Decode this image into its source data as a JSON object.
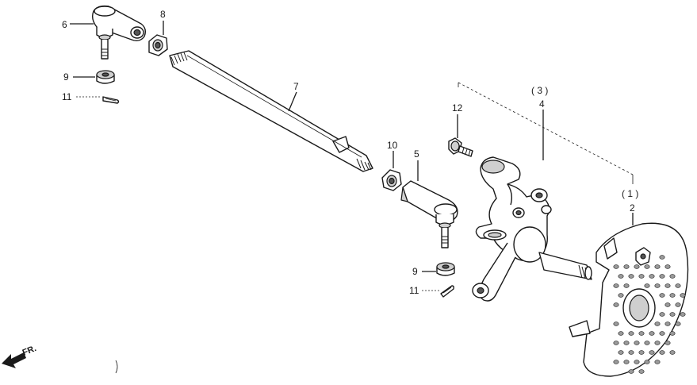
{
  "callouts": {
    "c1": "( 1 )",
    "c2": "2",
    "c3": "( 3 )",
    "c4": "4",
    "c5": "5",
    "c6": "6",
    "c7": "7",
    "c8": "8",
    "c9a": "9",
    "c9b": "9",
    "c10": "10",
    "c11a": "11",
    "c11b": "11",
    "c12": "12"
  },
  "direction_label": "FR.",
  "colors": {
    "ink": "#1a1a1a",
    "paper": "#ffffff",
    "shade": "#cfcfcf"
  }
}
